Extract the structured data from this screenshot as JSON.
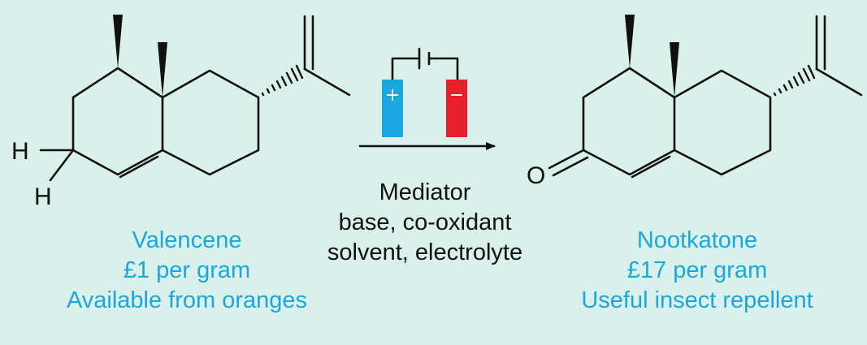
{
  "reactant": {
    "atoms": {
      "h_upper": "H",
      "h_lower": "H"
    },
    "caption": [
      "Valencene",
      "£1 per gram",
      "Available from oranges"
    ]
  },
  "product": {
    "atoms": {
      "oxygen": "O"
    },
    "caption": [
      "Nootkatone",
      "£17 per gram",
      "Useful insect repellent"
    ]
  },
  "reaction": {
    "conditions": [
      "Mediator",
      "base, co-oxidant",
      "solvent, electrolyte"
    ],
    "anode_sign": "+",
    "cathode_sign": "−"
  },
  "colors": {
    "background": "#d9f1ea",
    "caption": "#1aa7e0",
    "anode": "#1aa7e0",
    "cathode": "#e8202a",
    "bond": "#111111"
  }
}
